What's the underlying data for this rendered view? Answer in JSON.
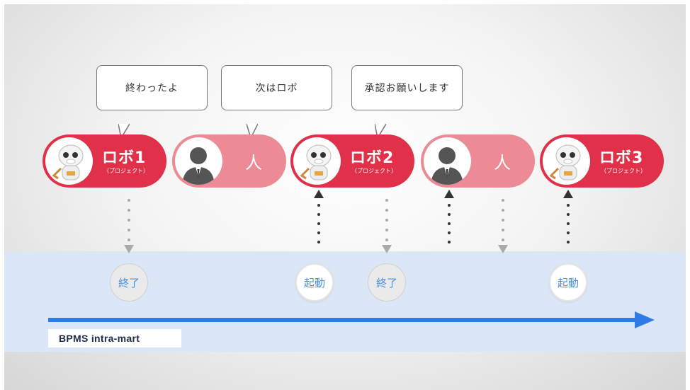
{
  "bubbles": [
    {
      "text": "終わったよ"
    },
    {
      "text": "次はロボ"
    },
    {
      "text": "承認お願いします"
    }
  ],
  "actors": [
    {
      "type": "robot",
      "name": "ロボ1",
      "sub": "（プロジェクト）",
      "icon": "robot-mascot-icon"
    },
    {
      "type": "human",
      "name": "人",
      "icon": "person-silhouette-icon"
    },
    {
      "type": "robot",
      "name": "ロボ2",
      "sub": "（プロジェクト）",
      "icon": "robot-mascot-icon"
    },
    {
      "type": "human",
      "name": "人",
      "icon": "person-silhouette-icon"
    },
    {
      "type": "robot",
      "name": "ロボ3",
      "sub": "（プロジェクト）",
      "icon": "robot-mascot-icon"
    }
  ],
  "events": [
    {
      "text": "終了",
      "kind": "end"
    },
    {
      "text": "起動",
      "kind": "start"
    },
    {
      "text": "終了",
      "kind": "end"
    },
    {
      "text": "起動",
      "kind": "start"
    }
  ],
  "timeline": {
    "label": "BPMS intra-mart",
    "color": "#2f7be5"
  },
  "colors": {
    "robot": "#e0304a",
    "human": "#ec8a96",
    "band": "#dbe6f6",
    "event_text": "#4a90d9"
  }
}
